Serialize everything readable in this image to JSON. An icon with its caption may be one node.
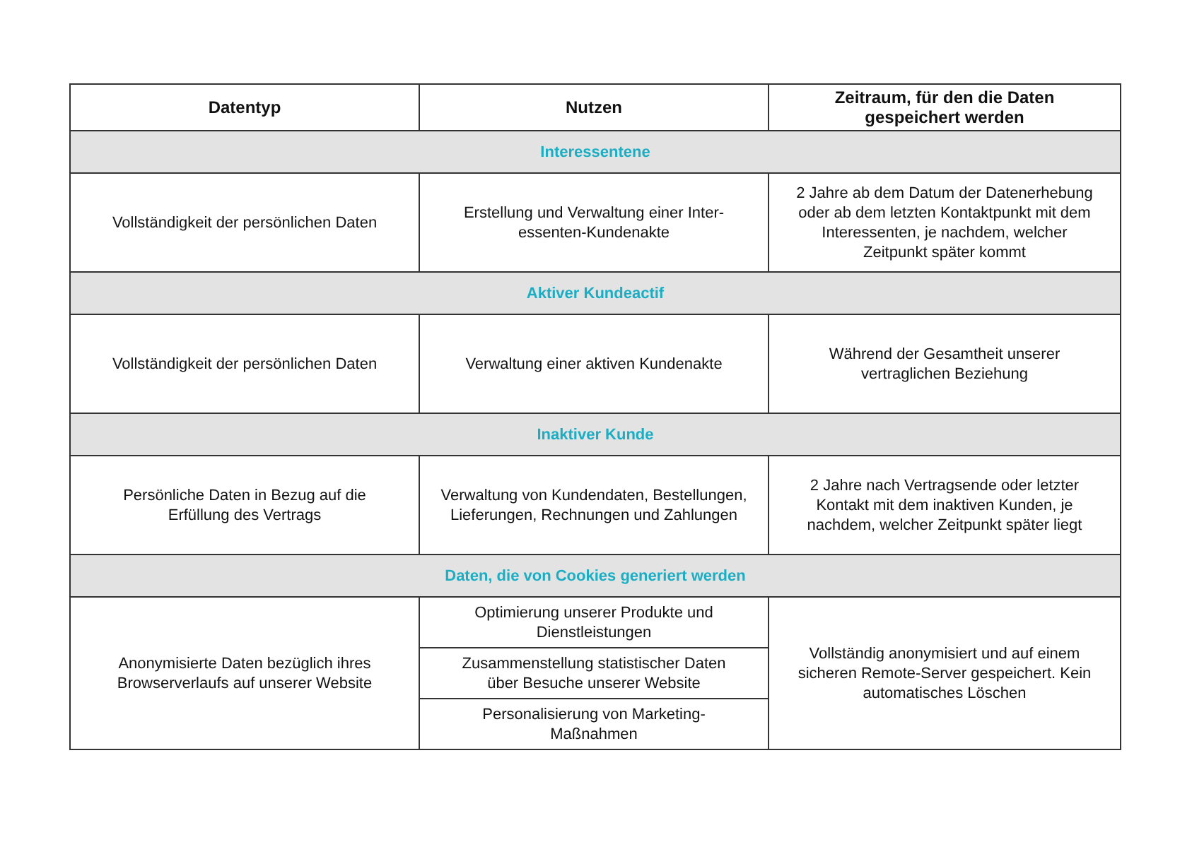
{
  "diagram": {
    "labels": [
      "Datentyp",
      "Nutzen",
      "Zeitraum, für den die Daten gespeichert werden",
      "Interessentene",
      "Vollständigkeit der persönlichen Daten",
      "Erstellung und Verwaltung einer Inter-essenten-Kundenakte",
      "2 Jahre ab dem Datum der Datenerhebung oder ab dem letzten Kontaktpunkt mit dem Interessenten, je nachdem, welcher Zeitpunkt später kommt",
      "Aktiver Kundeactif",
      "Vollständigkeit der persönlichen Daten",
      "Verwaltung einer aktiven Kundenakte",
      "Während der Gesamtheit unserer vertraglichen Beziehung",
      "Inaktiver Kunde",
      "Persönliche Daten in Bezug auf die Erfüllung des Vertrags",
      "Verwaltung von Kundendaten, Bestellungen, Lieferungen, Rechnungen und Zahlungen",
      "2 Jahre nach Vertragsende oder letzter Kontakt mit dem inaktiven Kunden, je nachdem, welcher Zeitpunkt später liegt",
      "Daten, die von Cookies generiert werden",
      "Anonymisierte Daten bezüglich ihres Browserverlaufs auf unserer Website",
      "Optimierung unserer Produkte und Dienstleistungen",
      "Vollständig anonymisiert und auf einem sicheren Remote-Server gespeichert. Kein automatisches Löschen",
      "Zusammenstellung statistischer Daten über Besuche unserer Website",
      "Personalisierung von Marketing-Maßnahmen"
    ]
  }
}
